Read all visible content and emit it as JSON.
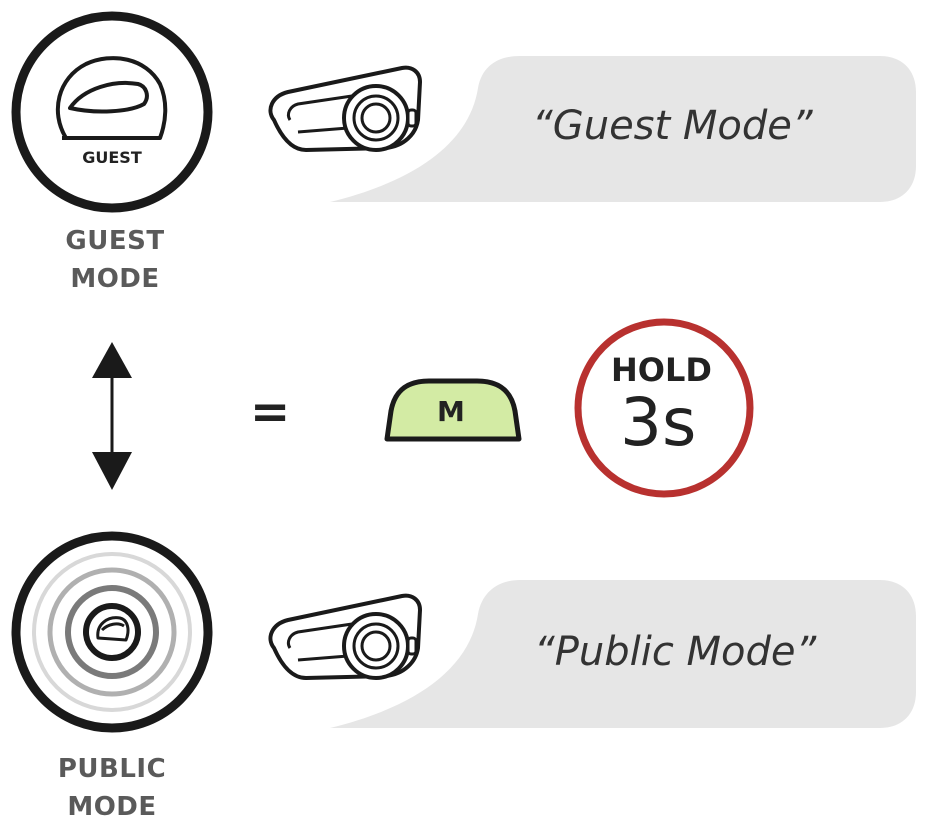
{
  "guest_mode": {
    "badge_text": "GUEST",
    "label_line1": "GUEST",
    "label_line2": "MODE",
    "speech": "“Guest Mode”"
  },
  "public_mode": {
    "label_line1": "PUBLIC",
    "label_line2": "MODE",
    "speech": "“Public Mode”"
  },
  "operation": {
    "equals": "=",
    "button_label": "M",
    "hold_word": "HOLD",
    "hold_time": "3s"
  },
  "colors": {
    "speech_bubble": "#e6e6e6",
    "button_fill": "#d3eba4",
    "hold_ring": "#b8312f",
    "outline": "#1a1a1a"
  },
  "icons": {
    "guest": "helmet-icon",
    "public": "broadcast-icon",
    "device": "intercom-device-icon",
    "arrow": "double-arrow-icon"
  }
}
